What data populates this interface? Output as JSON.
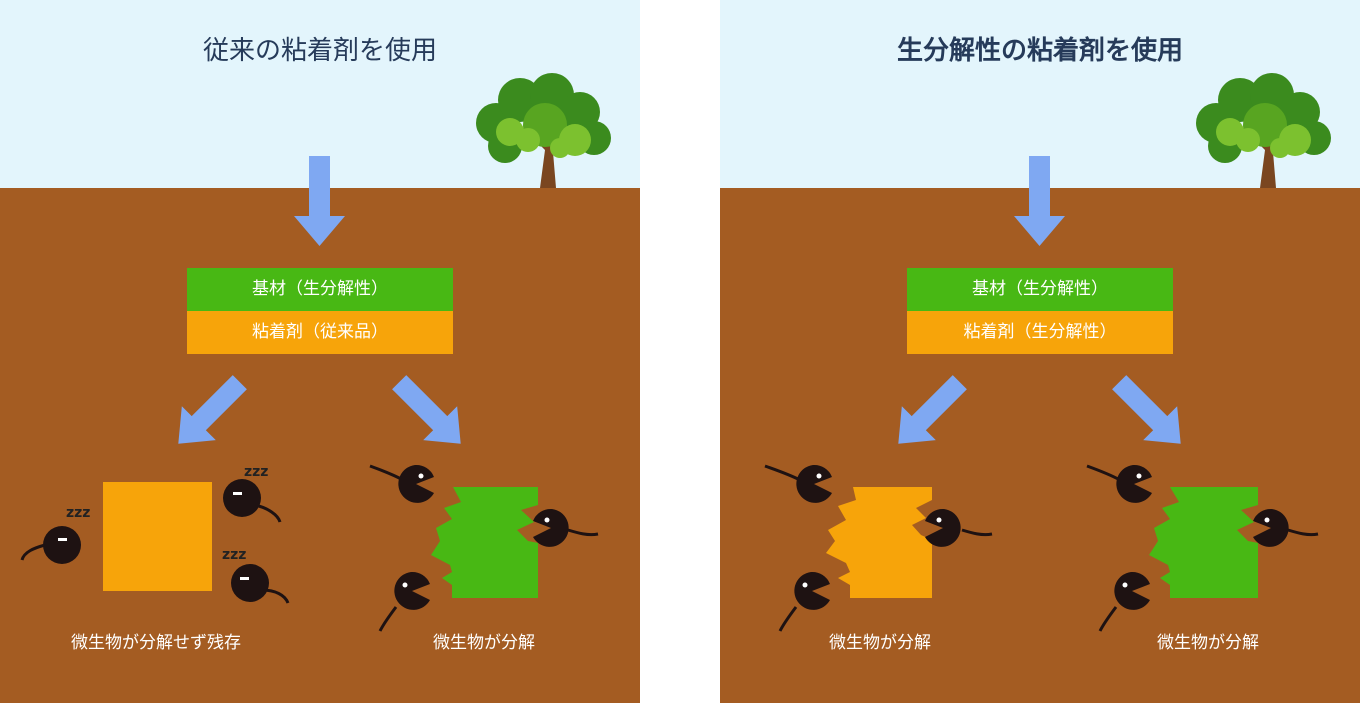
{
  "panels": {
    "left": {
      "title": "従来の粘着剤を使用",
      "layer_base": "基材（生分解性）",
      "layer_adhesive": "粘着剤（従来品）",
      "caption_left": "微生物が分解せず残存",
      "caption_right": "微生物が分解",
      "sleep_text": "zzz"
    },
    "right": {
      "title": "生分解性の粘着剤を使用",
      "layer_base": "基材（生分解性）",
      "layer_adhesive": "粘着剤（生分解性）",
      "caption_left": "微生物が分解",
      "caption_right": "微生物が分解"
    }
  },
  "colors": {
    "sky": "#e3f5fc",
    "soil": "#a45c22",
    "base_green": "#48b814",
    "adhesive_orange": "#f7a40a",
    "arrow_blue": "#7fa8f2",
    "microbe": "#1e1212",
    "tree_dark": "#3b8b1e",
    "tree_mid": "#58a521",
    "tree_light": "#7cc12f",
    "trunk": "#7a4620"
  },
  "icons": [
    "tree-icon",
    "down-arrow-icon",
    "microbe-icon",
    "sleeping-microbe-icon"
  ]
}
